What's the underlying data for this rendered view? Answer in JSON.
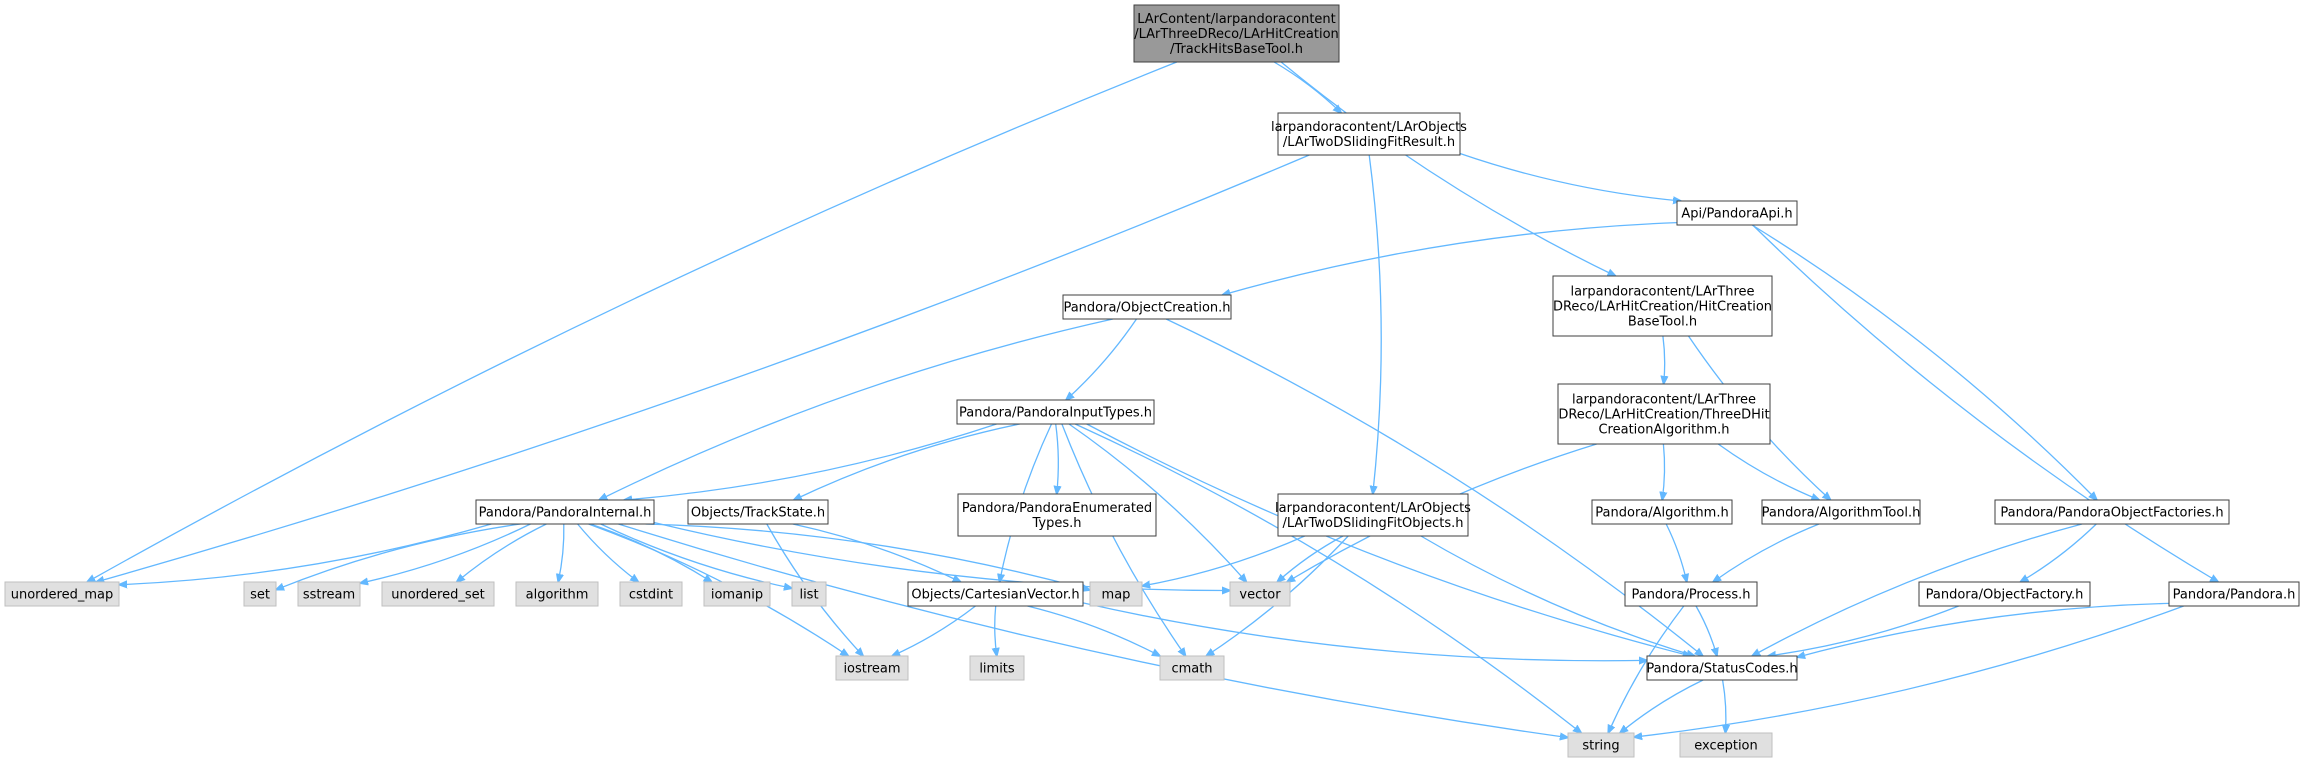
{
  "colors": {
    "edge": "#63b8ff",
    "node_border": "#3f3f3f",
    "node_fill": "#ffffff",
    "root_fill": "#999999",
    "external_fill": "#e0e0e0",
    "external_border": "#bfbfbf"
  },
  "graph": {
    "nodes": [
      {
        "id": "root",
        "kind": "root",
        "lines": [
          "LArContent/larpandoracontent",
          "/LArThreeDReco/LArHitCreation",
          "/TrackHitsBaseTool.h"
        ]
      },
      {
        "id": "slidingfitresult",
        "kind": "file",
        "lines": [
          "larpandoracontent/LArObjects",
          "/LArTwoDSlidingFitResult.h"
        ]
      },
      {
        "id": "pandoraapi",
        "kind": "file",
        "lines": [
          "Api/PandoraApi.h"
        ]
      },
      {
        "id": "hitcreationbasetool",
        "kind": "file",
        "lines": [
          "larpandoracontent/LArThree",
          "DReco/LArHitCreation/HitCreation",
          "BaseTool.h"
        ]
      },
      {
        "id": "objectcreation",
        "kind": "file",
        "lines": [
          "Pandora/ObjectCreation.h"
        ]
      },
      {
        "id": "threedhitalg",
        "kind": "file",
        "lines": [
          "larpandoracontent/LArThree",
          "DReco/LArHitCreation/ThreeDHit",
          "CreationAlgorithm.h"
        ]
      },
      {
        "id": "pandorainputtypes",
        "kind": "file",
        "lines": [
          "Pandora/PandoraInputTypes.h"
        ]
      },
      {
        "id": "pandorainternal",
        "kind": "file",
        "lines": [
          "Pandora/PandoraInternal.h"
        ]
      },
      {
        "id": "trackstate",
        "kind": "file",
        "lines": [
          "Objects/TrackState.h"
        ]
      },
      {
        "id": "enumeratedtypes",
        "kind": "file",
        "lines": [
          "Pandora/PandoraEnumerated",
          "Types.h"
        ]
      },
      {
        "id": "slidingfitobjects",
        "kind": "file",
        "lines": [
          "larpandoracontent/LArObjects",
          "/LArTwoDSlidingFitObjects.h"
        ]
      },
      {
        "id": "algorithm_h",
        "kind": "file",
        "lines": [
          "Pandora/Algorithm.h"
        ]
      },
      {
        "id": "algorithmtool",
        "kind": "file",
        "lines": [
          "Pandora/AlgorithmTool.h"
        ]
      },
      {
        "id": "objectfactories",
        "kind": "file",
        "lines": [
          "Pandora/PandoraObjectFactories.h"
        ]
      },
      {
        "id": "cartesianvector",
        "kind": "file",
        "lines": [
          "Objects/CartesianVector.h"
        ]
      },
      {
        "id": "process",
        "kind": "file",
        "lines": [
          "Pandora/Process.h"
        ]
      },
      {
        "id": "objectfactory",
        "kind": "file",
        "lines": [
          "Pandora/ObjectFactory.h"
        ]
      },
      {
        "id": "pandora_h",
        "kind": "file",
        "lines": [
          "Pandora/Pandora.h"
        ]
      },
      {
        "id": "statuscodes",
        "kind": "file",
        "lines": [
          "Pandora/StatusCodes.h"
        ]
      },
      {
        "id": "unordered_map",
        "kind": "external",
        "lines": [
          "unordered_map"
        ]
      },
      {
        "id": "set",
        "kind": "external",
        "lines": [
          "set"
        ]
      },
      {
        "id": "sstream",
        "kind": "external",
        "lines": [
          "sstream"
        ]
      },
      {
        "id": "unordered_set",
        "kind": "external",
        "lines": [
          "unordered_set"
        ]
      },
      {
        "id": "algorithm",
        "kind": "external",
        "lines": [
          "algorithm"
        ]
      },
      {
        "id": "cstdint",
        "kind": "external",
        "lines": [
          "cstdint"
        ]
      },
      {
        "id": "iomanip",
        "kind": "external",
        "lines": [
          "iomanip"
        ]
      },
      {
        "id": "list",
        "kind": "external",
        "lines": [
          "list"
        ]
      },
      {
        "id": "map",
        "kind": "external",
        "lines": [
          "map"
        ]
      },
      {
        "id": "vector",
        "kind": "external",
        "lines": [
          "vector"
        ]
      },
      {
        "id": "iostream",
        "kind": "external",
        "lines": [
          "iostream"
        ]
      },
      {
        "id": "limits",
        "kind": "external",
        "lines": [
          "limits"
        ]
      },
      {
        "id": "cmath",
        "kind": "external",
        "lines": [
          "cmath"
        ]
      },
      {
        "id": "string",
        "kind": "external",
        "lines": [
          "string"
        ]
      },
      {
        "id": "exception",
        "kind": "external",
        "lines": [
          "exception"
        ]
      }
    ],
    "edges": [
      [
        "root",
        "unordered_map"
      ],
      [
        "root",
        "slidingfitresult"
      ],
      [
        "root",
        "hitcreationbasetool"
      ],
      [
        "slidingfitresult",
        "unordered_map"
      ],
      [
        "slidingfitresult",
        "pandoraapi"
      ],
      [
        "slidingfitresult",
        "slidingfitobjects"
      ],
      [
        "pandoraapi",
        "objectcreation"
      ],
      [
        "pandoraapi",
        "objectfactories"
      ],
      [
        "pandoraapi",
        "pandora_h"
      ],
      [
        "hitcreationbasetool",
        "threedhitalg"
      ],
      [
        "hitcreationbasetool",
        "algorithmtool"
      ],
      [
        "objectcreation",
        "pandorainputtypes"
      ],
      [
        "objectcreation",
        "pandorainternal"
      ],
      [
        "objectcreation",
        "statuscodes"
      ],
      [
        "threedhitalg",
        "vector"
      ],
      [
        "threedhitalg",
        "algorithm_h"
      ],
      [
        "threedhitalg",
        "algorithmtool"
      ],
      [
        "pandorainputtypes",
        "pandorainternal"
      ],
      [
        "pandorainputtypes",
        "trackstate"
      ],
      [
        "pandorainputtypes",
        "enumeratedtypes"
      ],
      [
        "pandorainputtypes",
        "cartesianvector"
      ],
      [
        "pandorainputtypes",
        "vector"
      ],
      [
        "pandorainputtypes",
        "cmath"
      ],
      [
        "pandorainputtypes",
        "string"
      ],
      [
        "pandorainputtypes",
        "statuscodes"
      ],
      [
        "pandorainternal",
        "unordered_map"
      ],
      [
        "pandorainternal",
        "set"
      ],
      [
        "pandorainternal",
        "sstream"
      ],
      [
        "pandorainternal",
        "unordered_set"
      ],
      [
        "pandorainternal",
        "algorithm"
      ],
      [
        "pandorainternal",
        "cstdint"
      ],
      [
        "pandorainternal",
        "iomanip"
      ],
      [
        "pandorainternal",
        "list"
      ],
      [
        "pandorainternal",
        "map"
      ],
      [
        "pandorainternal",
        "vector"
      ],
      [
        "pandorainternal",
        "iostream"
      ],
      [
        "pandorainternal",
        "string"
      ],
      [
        "trackstate",
        "cartesianvector"
      ],
      [
        "trackstate",
        "iostream"
      ],
      [
        "slidingfitobjects",
        "map"
      ],
      [
        "slidingfitobjects",
        "vector"
      ],
      [
        "slidingfitobjects",
        "cmath"
      ],
      [
        "slidingfitobjects",
        "statuscodes"
      ],
      [
        "algorithm_h",
        "process"
      ],
      [
        "algorithmtool",
        "process"
      ],
      [
        "objectfactories",
        "objectfactory"
      ],
      [
        "objectfactories",
        "statuscodes"
      ],
      [
        "cartesianvector",
        "iostream"
      ],
      [
        "cartesianvector",
        "limits"
      ],
      [
        "cartesianvector",
        "cmath"
      ],
      [
        "cartesianvector",
        "statuscodes"
      ],
      [
        "process",
        "statuscodes"
      ],
      [
        "process",
        "string"
      ],
      [
        "objectfactory",
        "statuscodes"
      ],
      [
        "pandora_h",
        "statuscodes"
      ],
      [
        "pandora_h",
        "string"
      ],
      [
        "statuscodes",
        "string"
      ],
      [
        "statuscodes",
        "exception"
      ]
    ]
  }
}
